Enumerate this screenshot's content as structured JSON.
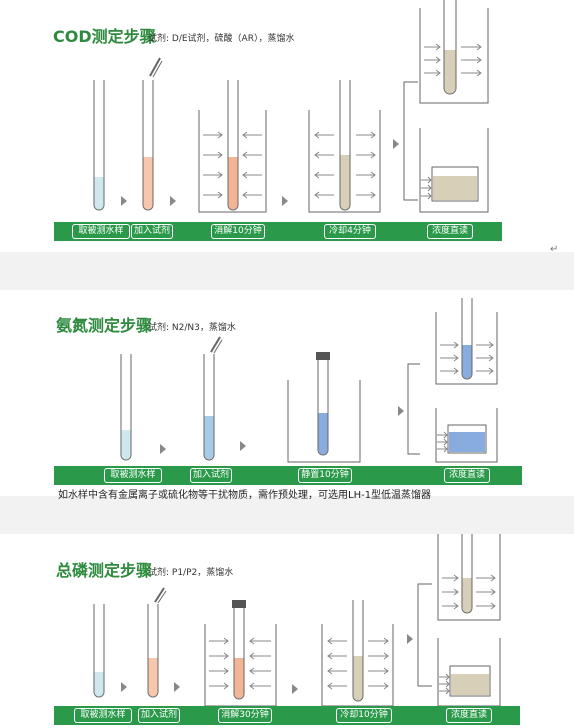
{
  "colors": {
    "title_green": "#2e8b3e",
    "bar_green": "#2a9a4a",
    "sample_blue": "#cfe8ee",
    "reagent_orange": "#f7c6ad",
    "digest_orange": "#f3b596",
    "cooled_beige": "#d7cfb7",
    "ammonia_blue": "#aacbe6",
    "ammonia_dark_blue": "#88acdd"
  },
  "cod": {
    "title": "COD测定步骤",
    "reagent": "试剂: D/E试剂，硫酸（AR），蒸馏水",
    "steps": [
      "取被测水样",
      "加入试剂",
      "消解10分钟",
      "冷却4分钟",
      "浓度直读"
    ]
  },
  "ammonia": {
    "title": "氨氮测定步骤",
    "reagent": "试剂: N2/N3，蒸馏水",
    "steps": [
      "取被测水样",
      "加入试剂",
      "静置10分钟",
      "浓度直读"
    ],
    "note": "如水样中含有金属离子或硫化物等干扰物质，需作预处理，可选用LH-1型低温蒸馏器"
  },
  "phosphorus": {
    "title": "总磷测定步骤",
    "reagent": "试剂: P1/P2，蒸馏水",
    "steps": [
      "取被测水样",
      "加入试剂",
      "消解30分钟",
      "冷却10分钟",
      "浓度直读"
    ]
  },
  "icons": [
    "test-tube-icon",
    "dropper-icon",
    "beaker-icon",
    "arrow-right-icon",
    "arrow-left-icon",
    "cuvette-icon",
    "bracket-icon",
    "triangle-arrow-icon",
    "return-arrow-icon"
  ]
}
